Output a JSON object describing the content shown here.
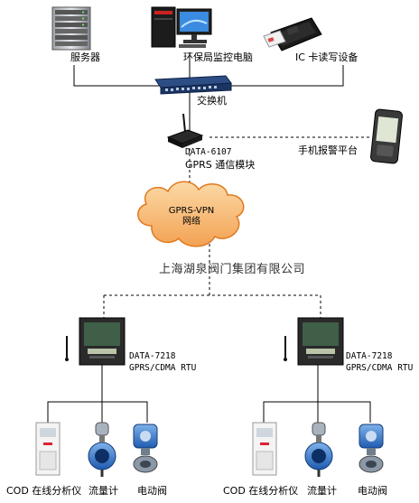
{
  "nodes": {
    "server": "服务器",
    "monitor_pc": "环保局监控电脑",
    "ic_reader": "IC 卡读写设备",
    "switch": "交换机",
    "gprs_module_model": "DATA-6107",
    "gprs_module_name": "GPRS 通信模块",
    "phone_platform": "手机报警平台",
    "cloud_line1": "GPRS-VPN",
    "cloud_line2": "网络",
    "company": "上海湖泉阀门集团有限公司"
  },
  "rtus": [
    {
      "model": "DATA-7218",
      "name": "GPRS/CDMA RTU",
      "devices": [
        "COD 在线分析仪",
        "流量计",
        "电动阀"
      ]
    },
    {
      "model": "DATA-7218",
      "name": "GPRS/CDMA RTU",
      "devices": [
        "COD 在线分析仪",
        "流量计",
        "电动阀"
      ]
    }
  ]
}
